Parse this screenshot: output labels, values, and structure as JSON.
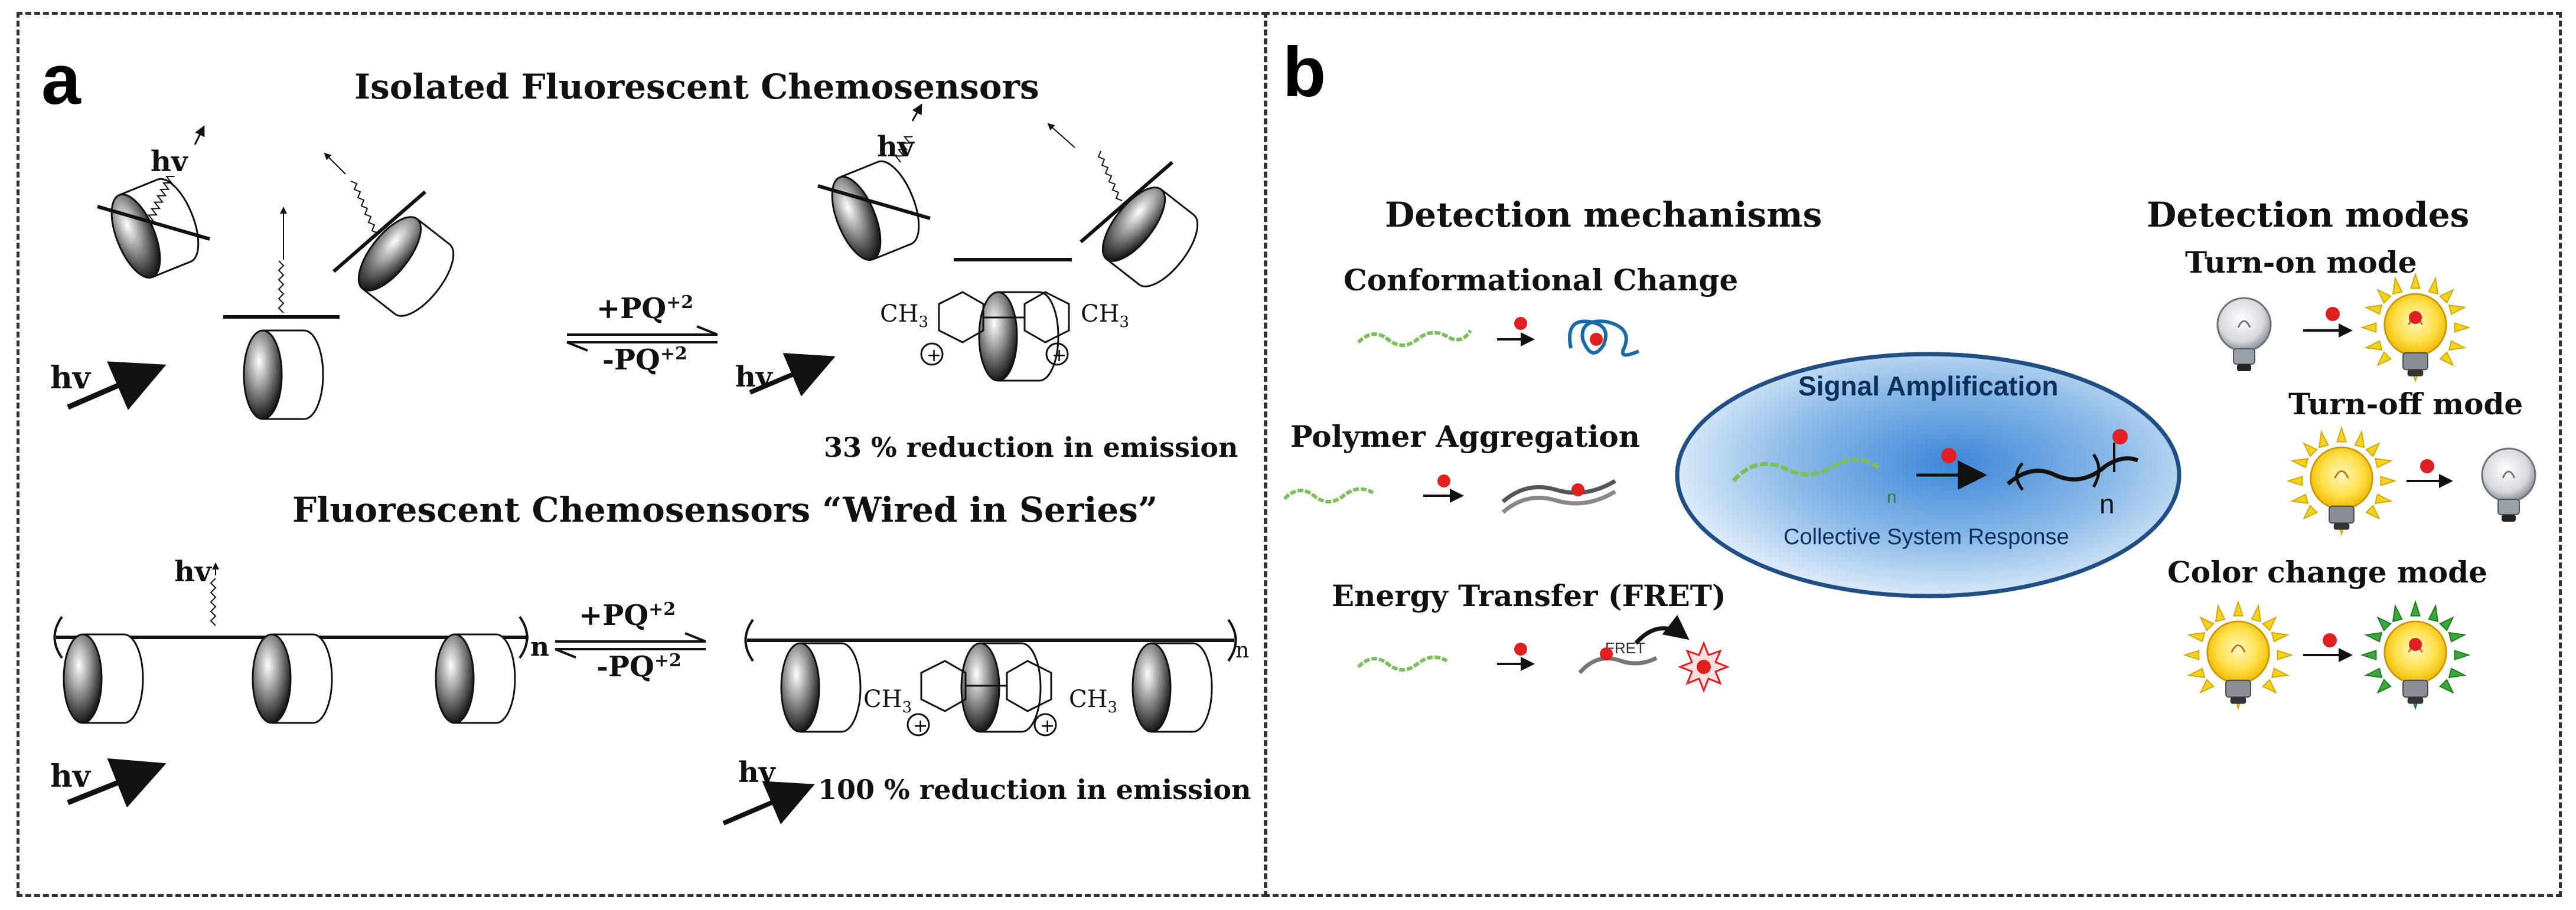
{
  "panel_a": {
    "label": "a",
    "title_isolated": "Isolated Fluorescent Chemosensors",
    "title_series": "Fluorescent Chemosensors “Wired in Series”",
    "hv": "hv",
    "forward": "+PQ",
    "reverse": "-PQ",
    "charge": "+2",
    "ch3": "CH",
    "ch3_sub": "3",
    "n_sub": "n",
    "reduction_top": "33 % reduction in emission",
    "reduction_bottom": "100 % reduction in emission"
  },
  "panel_b": {
    "label": "b",
    "mechanisms_title": "Detection mechanisms",
    "mechanisms": {
      "conformational": "Conformational Change",
      "aggregation": "Polymer Aggregation",
      "fret": "Energy Transfer (FRET)",
      "fret_small": "FRET"
    },
    "ellipse": {
      "title": "Signal Amplification",
      "subtitle": "Collective System Response",
      "n": "n"
    },
    "modes_title": "Detection modes",
    "modes": {
      "turn_on": "Turn-on mode",
      "turn_off": "Turn-off mode",
      "color_change": "Color change mode"
    }
  },
  "colors": {
    "polymer_green": "#7cbf5a",
    "analyte_red": "#e02020",
    "ellipse_blue": "#5b9bd8",
    "ellipse_border": "#1f4f85",
    "bulb_yellow": "#f4d21e",
    "bulb_green_ray": "#3aa83a"
  }
}
